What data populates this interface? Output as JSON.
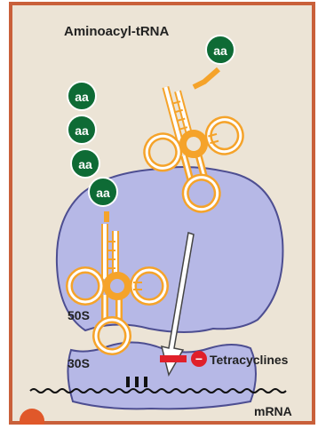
{
  "diagram": {
    "title": "Aminoacyl-tRNA",
    "amino_acid_label": "aa",
    "subunit_large": "50S",
    "subunit_small": "30S",
    "inhibitor": {
      "label": "Tetracyclines",
      "symbol": "−"
    },
    "mrna_label": "mRNA"
  },
  "colors": {
    "panel_background": "#ece4d6",
    "panel_border": "#c9603a",
    "ribosome_fill": "#b6b8e6",
    "ribosome_stroke": "#4d4e91",
    "trna_orange": "#f5a32a",
    "amino_acid_green": "#0e6b35",
    "inhibitor_red": "#e0202a"
  }
}
